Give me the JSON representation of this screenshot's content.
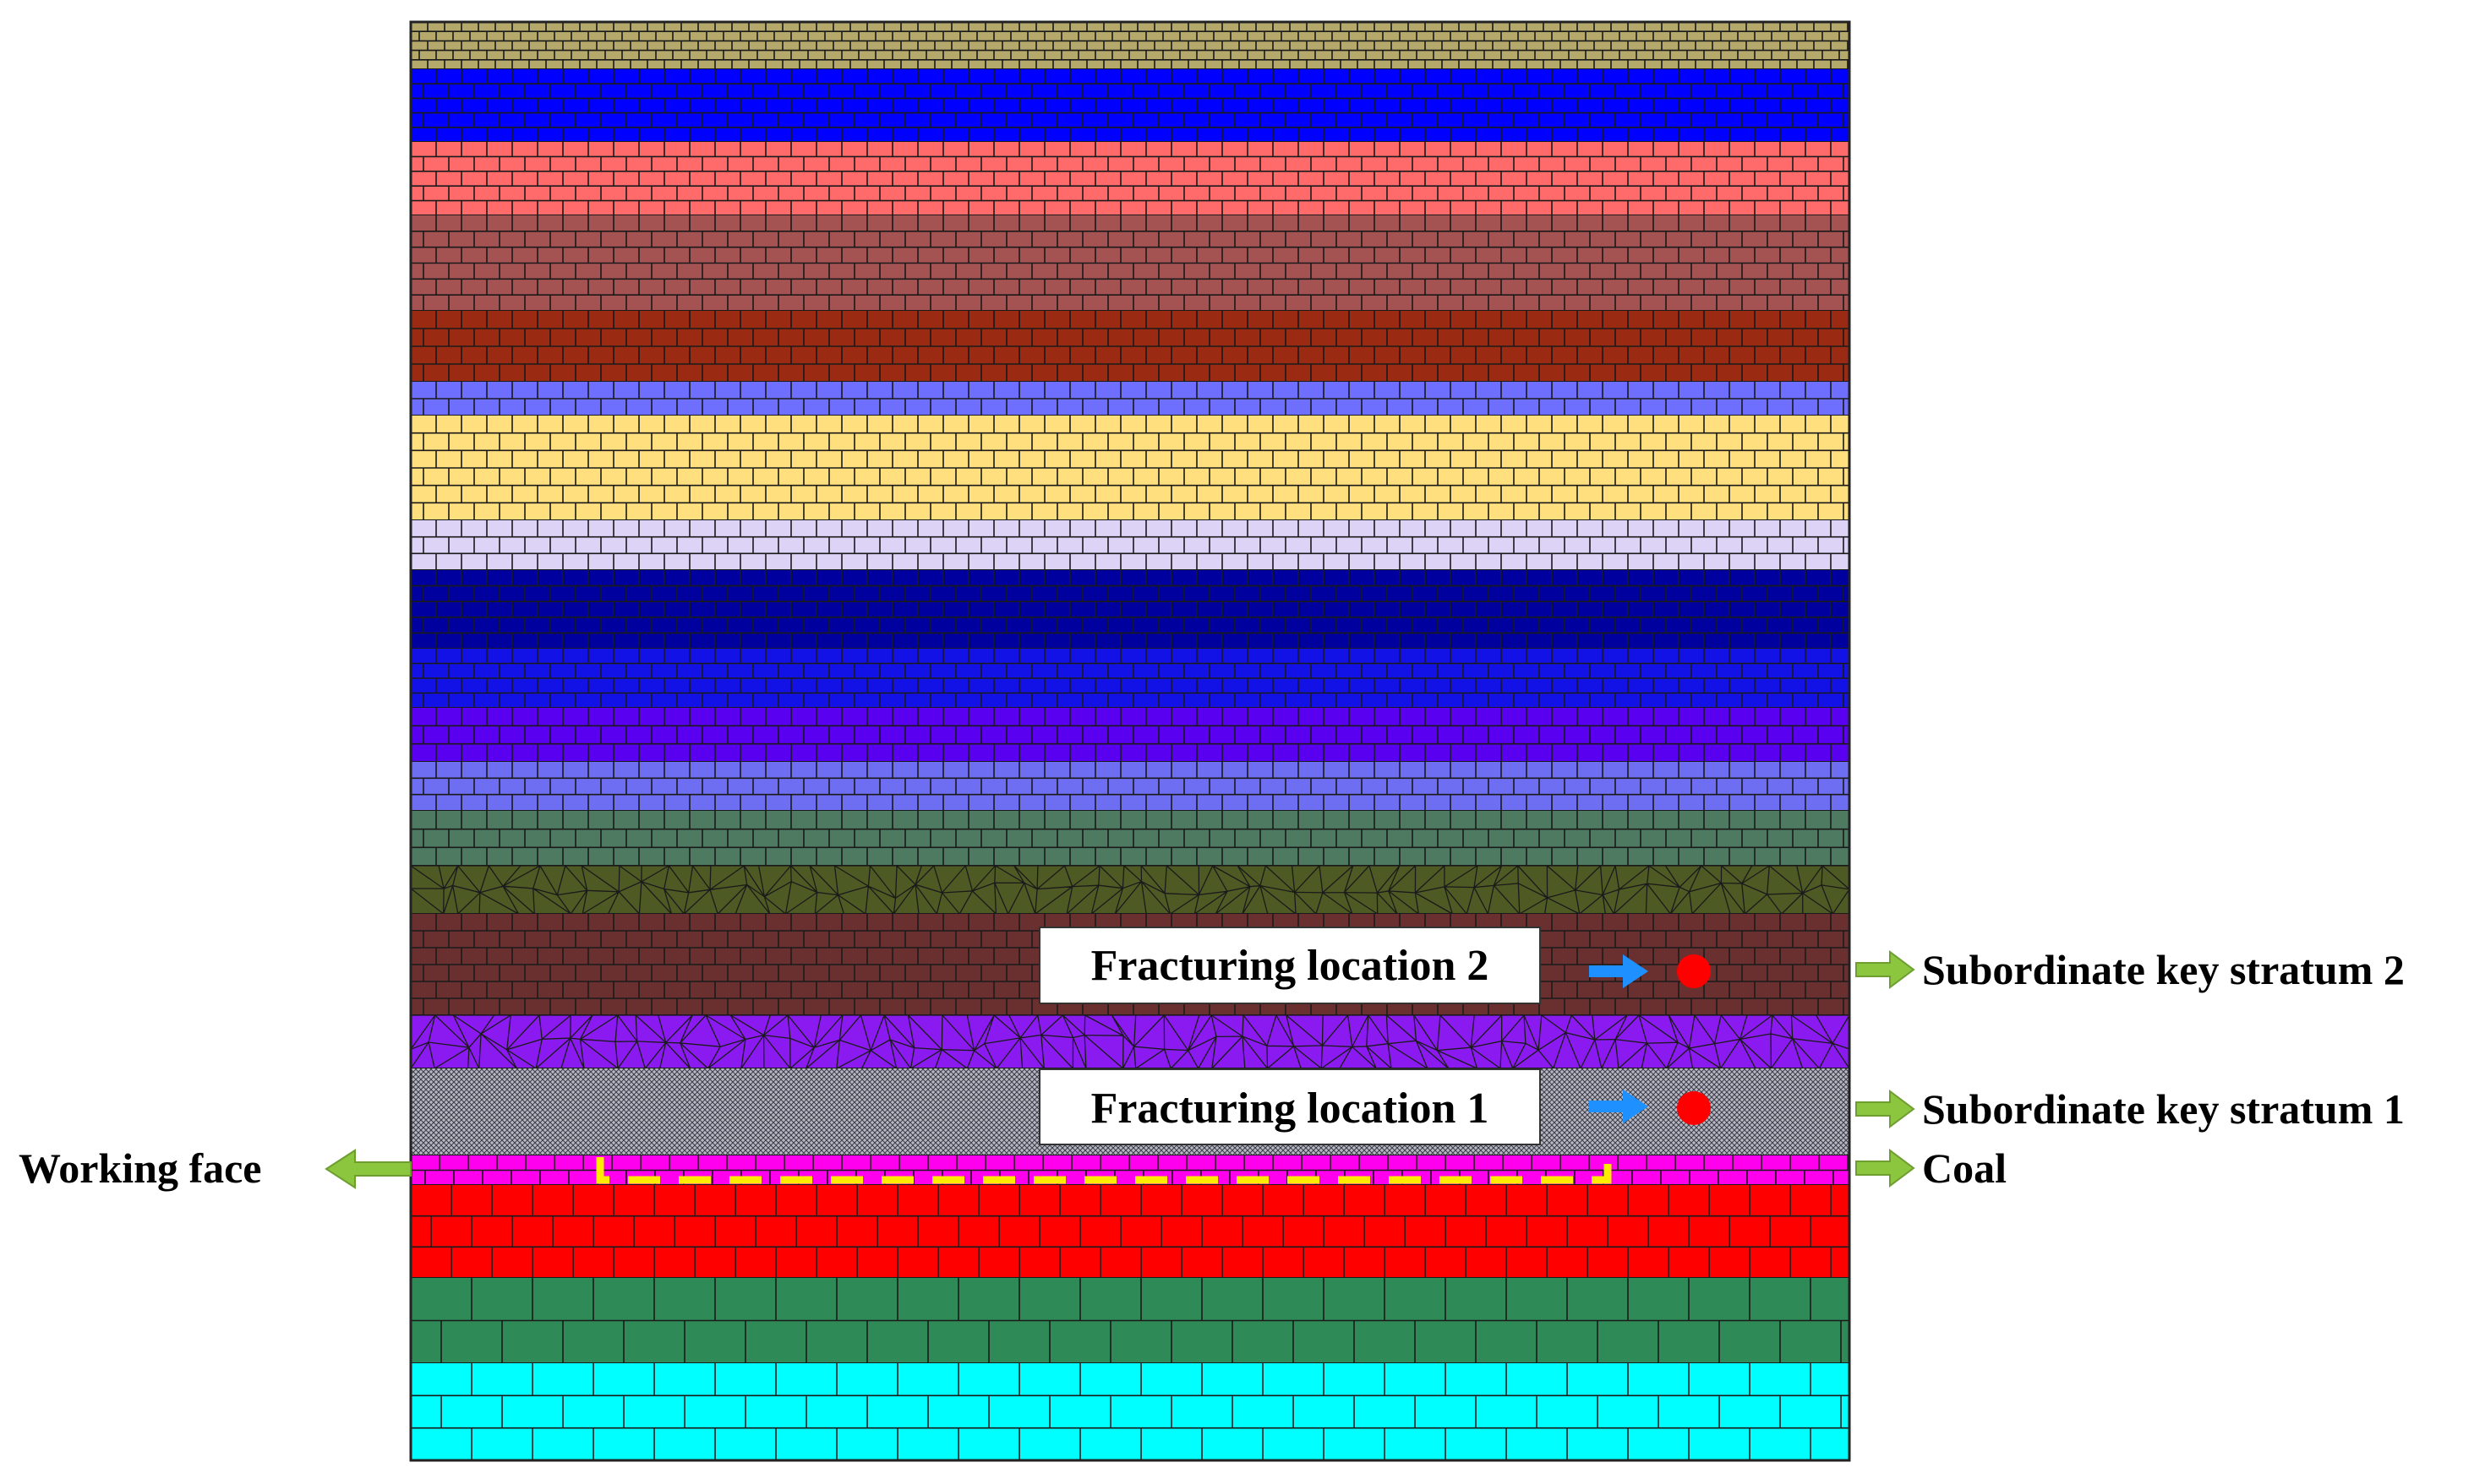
{
  "figure": {
    "strata": [
      {
        "name": "layer-01",
        "color": "#B4A86A",
        "pattern": "brick"
      },
      {
        "name": "layer-02",
        "color": "#0000FF",
        "pattern": "brick"
      },
      {
        "name": "layer-03",
        "color": "#FF6B6B",
        "pattern": "brick"
      },
      {
        "name": "layer-04",
        "color": "#A45252",
        "pattern": "brick"
      },
      {
        "name": "layer-05",
        "color": "#9A2A12",
        "pattern": "brick"
      },
      {
        "name": "layer-06",
        "color": "#6E6EFF",
        "pattern": "brick"
      },
      {
        "name": "layer-07",
        "color": "#FFDF7E",
        "pattern": "brick"
      },
      {
        "name": "layer-08",
        "color": "#DCD3F6",
        "pattern": "brick"
      },
      {
        "name": "layer-09",
        "color": "#00009E",
        "pattern": "brick"
      },
      {
        "name": "layer-10",
        "color": "#1212E6",
        "pattern": "brick"
      },
      {
        "name": "layer-11",
        "color": "#5A00F0",
        "pattern": "brick"
      },
      {
        "name": "layer-12",
        "color": "#6E6EF2",
        "pattern": "brick"
      },
      {
        "name": "layer-13",
        "color": "#4E7A62",
        "pattern": "brick"
      },
      {
        "name": "key-stratum-2",
        "color": "#4E5A24",
        "pattern": "mesh"
      },
      {
        "name": "layer-15",
        "color": "#6A3030",
        "pattern": "brick"
      },
      {
        "name": "key-stratum-1",
        "color": "#8A1AF0",
        "pattern": "mesh"
      },
      {
        "name": "coal-seam",
        "color": "#9A9AA2",
        "pattern": "fine"
      },
      {
        "name": "layer-18",
        "color": "#FF00EE",
        "pattern": "brick"
      },
      {
        "name": "layer-19",
        "color": "#FF0000",
        "pattern": "brick"
      },
      {
        "name": "layer-20",
        "color": "#2E8A56",
        "pattern": "brick"
      },
      {
        "name": "layer-21",
        "color": "#00FFFF",
        "pattern": "brick"
      }
    ],
    "fracture_boxes": [
      {
        "text": "Fracturing location 2"
      },
      {
        "text": "Fracturing location 1"
      }
    ],
    "side_labels": [
      {
        "text": "Subordinate key stratum 2"
      },
      {
        "text": "Subordinate key stratum 1"
      },
      {
        "text": "Coal"
      }
    ],
    "working_face_label": "Working face",
    "colors": {
      "pointer_arrow": "#1E90FF",
      "fracture_point": "#FF0000",
      "label_arrow": "#8CC63F",
      "goaf_outline": "#FFEB00",
      "mesh_line": "#1A1A1A",
      "brick_line": "#1A1A1A"
    }
  }
}
